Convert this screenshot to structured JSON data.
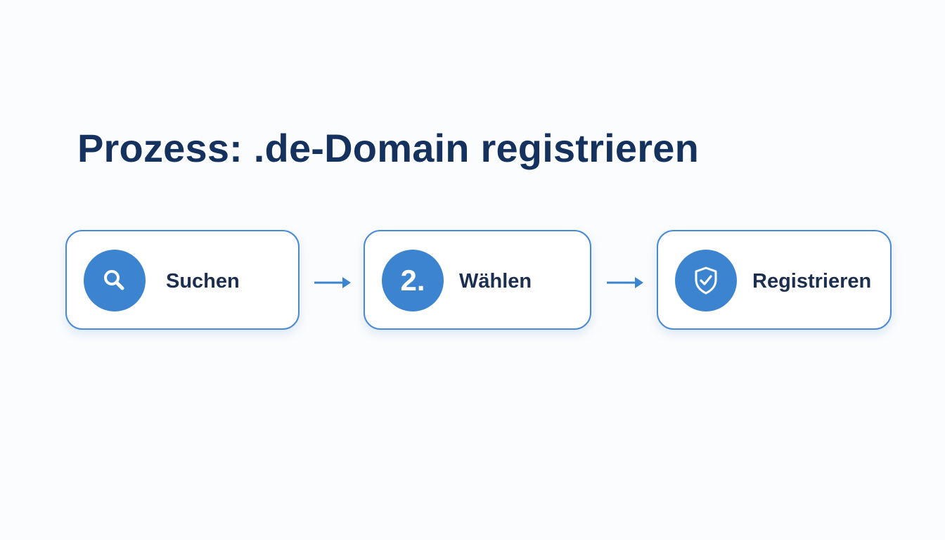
{
  "title": "Prozess: .de-Domain registrieren",
  "steps": [
    {
      "icon": "search-icon",
      "label": "Suchen"
    },
    {
      "badge_text": "2.",
      "label": "Wählen"
    },
    {
      "icon": "shield-check-icon",
      "label": "Registrieren"
    }
  ],
  "colors": {
    "title": "#15325f",
    "accent": "#3c84d0",
    "border": "#4a8ad4",
    "label": "#1d2f4e"
  }
}
